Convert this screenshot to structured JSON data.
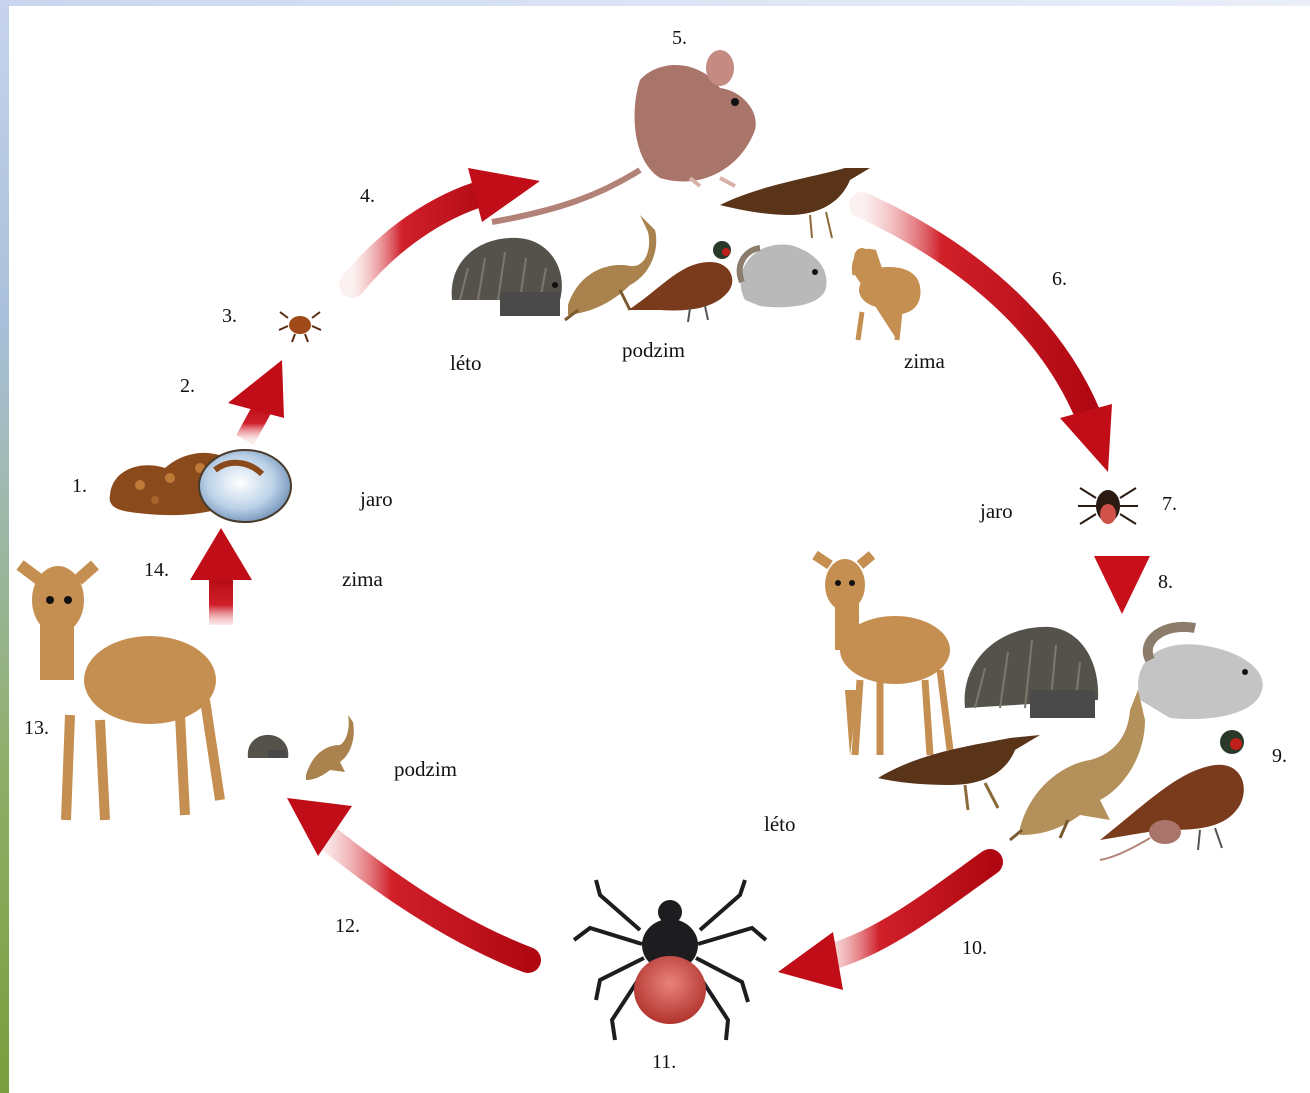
{
  "steps": [
    "1.",
    "2.",
    "3.",
    "4.",
    "5.",
    "6.",
    "7.",
    "8.",
    "9.",
    "10.",
    "11.",
    "12.",
    "13.",
    "14."
  ],
  "seasons": {
    "leto_top": "léto",
    "podzim_top": "podzim",
    "zima_top": "zima",
    "jaro_right": "jaro",
    "leto_bottom": "léto",
    "podzim_left": "podzim",
    "jaro_left": "jaro",
    "zima_left": "zima"
  },
  "colors": {
    "arrow": "#c8101a",
    "arrow_dark": "#8e0a12",
    "tick_body": "#2a1a12",
    "tick_abdomen": "#d0504a",
    "deer": "#c58f52",
    "mouse": "#a9746a",
    "hedgehog": "#55524c",
    "hare": "#a9824e",
    "pheasant": "#7a3a1c",
    "squirrel": "#b9b9b9",
    "thrush": "#5a3418"
  }
}
